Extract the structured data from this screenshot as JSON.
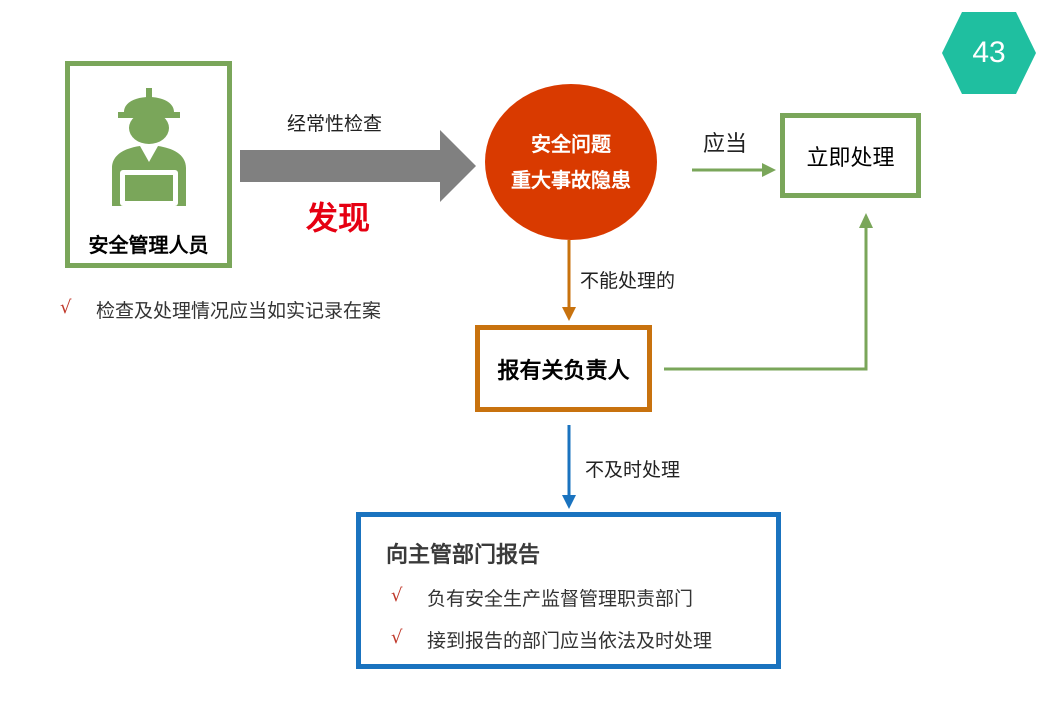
{
  "page_number": "43",
  "colors": {
    "badge": "#1fbfa0",
    "green": "#7aa65a",
    "orange": "#c8720e",
    "blue": "#1a73bf",
    "circle": "#d93a00",
    "gray_arrow": "#808080",
    "check_red": "#c0392b",
    "highlight_red": "#e60012"
  },
  "nodes": {
    "safety_manager": "安全管理人员",
    "problem_line1": "安全问题",
    "problem_line2": "重大事故隐患",
    "immediate": "立即处理",
    "report_responsible": "报有关负责人",
    "report_dept_title": "向主管部门报告"
  },
  "edges": {
    "regular_check": "经常性检查",
    "discover": "发现",
    "should": "应当",
    "cannot_handle": "不能处理的",
    "not_timely": "不及时处理"
  },
  "notes": {
    "check_mark": "√",
    "record_note": "检查及处理情况应当如实记录在案"
  },
  "report_items": [
    {
      "mark": "√",
      "text": "负有安全生产监督管理职责部门"
    },
    {
      "mark": "√",
      "text": "接到报告的部门应当依法及时处理"
    }
  ],
  "icons": {
    "worker": "worker-with-hardhat-icon"
  }
}
